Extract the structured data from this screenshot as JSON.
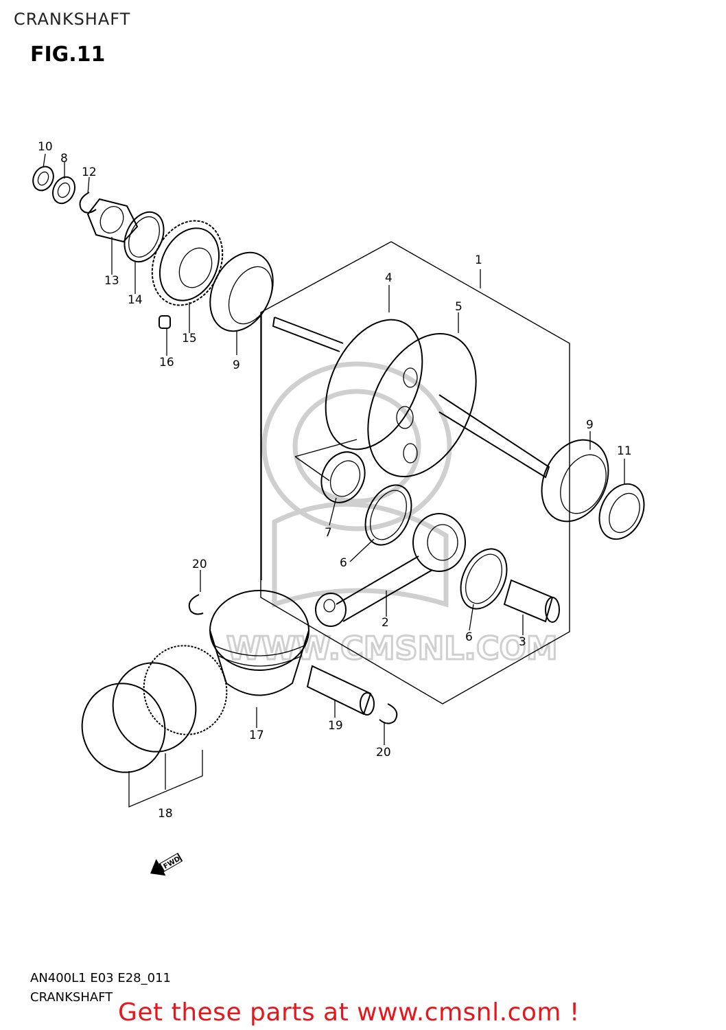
{
  "header": {
    "title": "CRANKSHAFT"
  },
  "figure": {
    "label": "FIG.11"
  },
  "watermark": {
    "text": "WWW.CMSNL.COM"
  },
  "callouts": [
    "1",
    "2",
    "3",
    "4",
    "5",
    "6",
    "6",
    "7",
    "8",
    "9",
    "9",
    "10",
    "11",
    "12",
    "13",
    "14",
    "15",
    "16",
    "17",
    "18",
    "19",
    "20",
    "20"
  ],
  "fwd_arrow": {
    "label": "FWD"
  },
  "footer": {
    "model_code": "AN400L1 E03 E28_011",
    "label": "CRANKSHAFT",
    "cta": "Get these parts at www.cmsnl.com !",
    "cta_color": "#e8161a"
  }
}
